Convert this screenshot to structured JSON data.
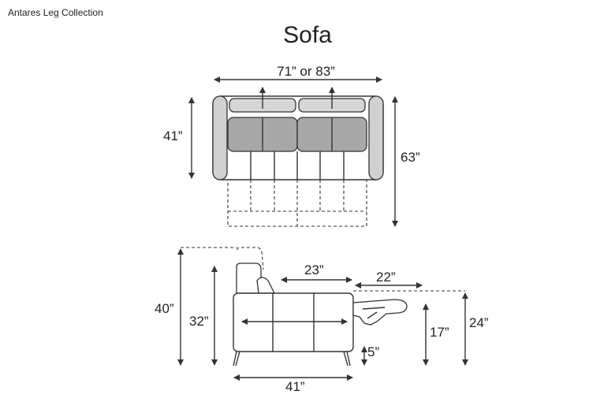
{
  "header": {
    "collection": "Antares Leg Collection"
  },
  "title": "Sofa",
  "top_view": {
    "width_label": "71” or 83”",
    "seat_depth_label": "41”",
    "extended_depth_label": "63”"
  },
  "side_view": {
    "total_height_label": "40”",
    "back_height_label": "32”",
    "seat_depth_label": "23”",
    "footrest_extension_label": "22”",
    "seat_height_label": "17”",
    "footrest_height_label": "24”",
    "leg_height_label": "5”",
    "depth_label": "41”"
  }
}
